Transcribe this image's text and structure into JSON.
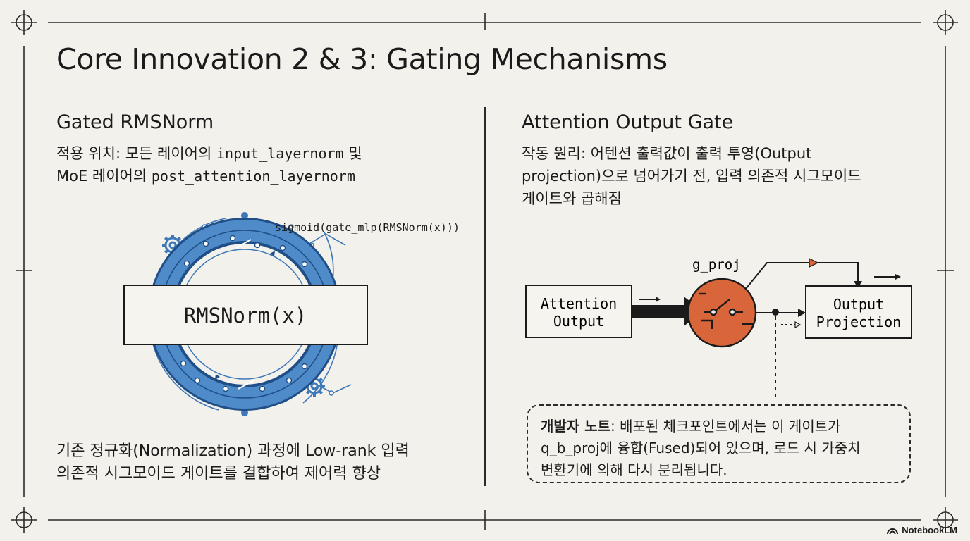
{
  "title": "Core Innovation 2 & 3: Gating Mechanisms",
  "left": {
    "heading": "Gated RMSNorm",
    "desc_line1_prefix": "적용 위치: 모든 레이어의 ",
    "desc_line1_code": "input_layernorm",
    "desc_line1_suffix": " 및",
    "desc_line2_prefix": "MoE 레이어의 ",
    "desc_line2_code": "post_attention_layernorm",
    "formula": "sigmoid(gate_mlp(RMSNorm(x)))",
    "box_label": "RMSNorm(x)",
    "bottom_line1": "기존 정규화(Normalization) 과정에 Low-rank 입력",
    "bottom_line2": "의존적 시그모이드 게이트를 결합하여 제어력 향상"
  },
  "right": {
    "heading": "Attention Output Gate",
    "desc_line1": "작동 원리: 어텐션 출력값이 출력 투영(Output",
    "desc_line2": "projection)으로 넘어가기 전, 입력 의존적 시그모이드",
    "desc_line3": "게이트와 곱해짐",
    "gate_label": "g_proj",
    "input_box_line1": "Attention",
    "input_box_line2": "Output",
    "output_box_line1": "Output",
    "output_box_line2": "Projection",
    "note_bold": "개발자 노트",
    "note_line1_rest": ": 배포된 체크포인트에서는 이 게이트가",
    "note_line2": "q_b_proj에 융합(Fused)되어 있으며, 로드 시 가중치",
    "note_line3": "변환기에 의해 다시 분리됩니다."
  },
  "brand": "NotebookLM",
  "colors": {
    "background": "#f3f1ec",
    "ring_blue": "#3d78b8",
    "ring_dark": "#1f4f86",
    "gate_orange": "#d9663a"
  }
}
